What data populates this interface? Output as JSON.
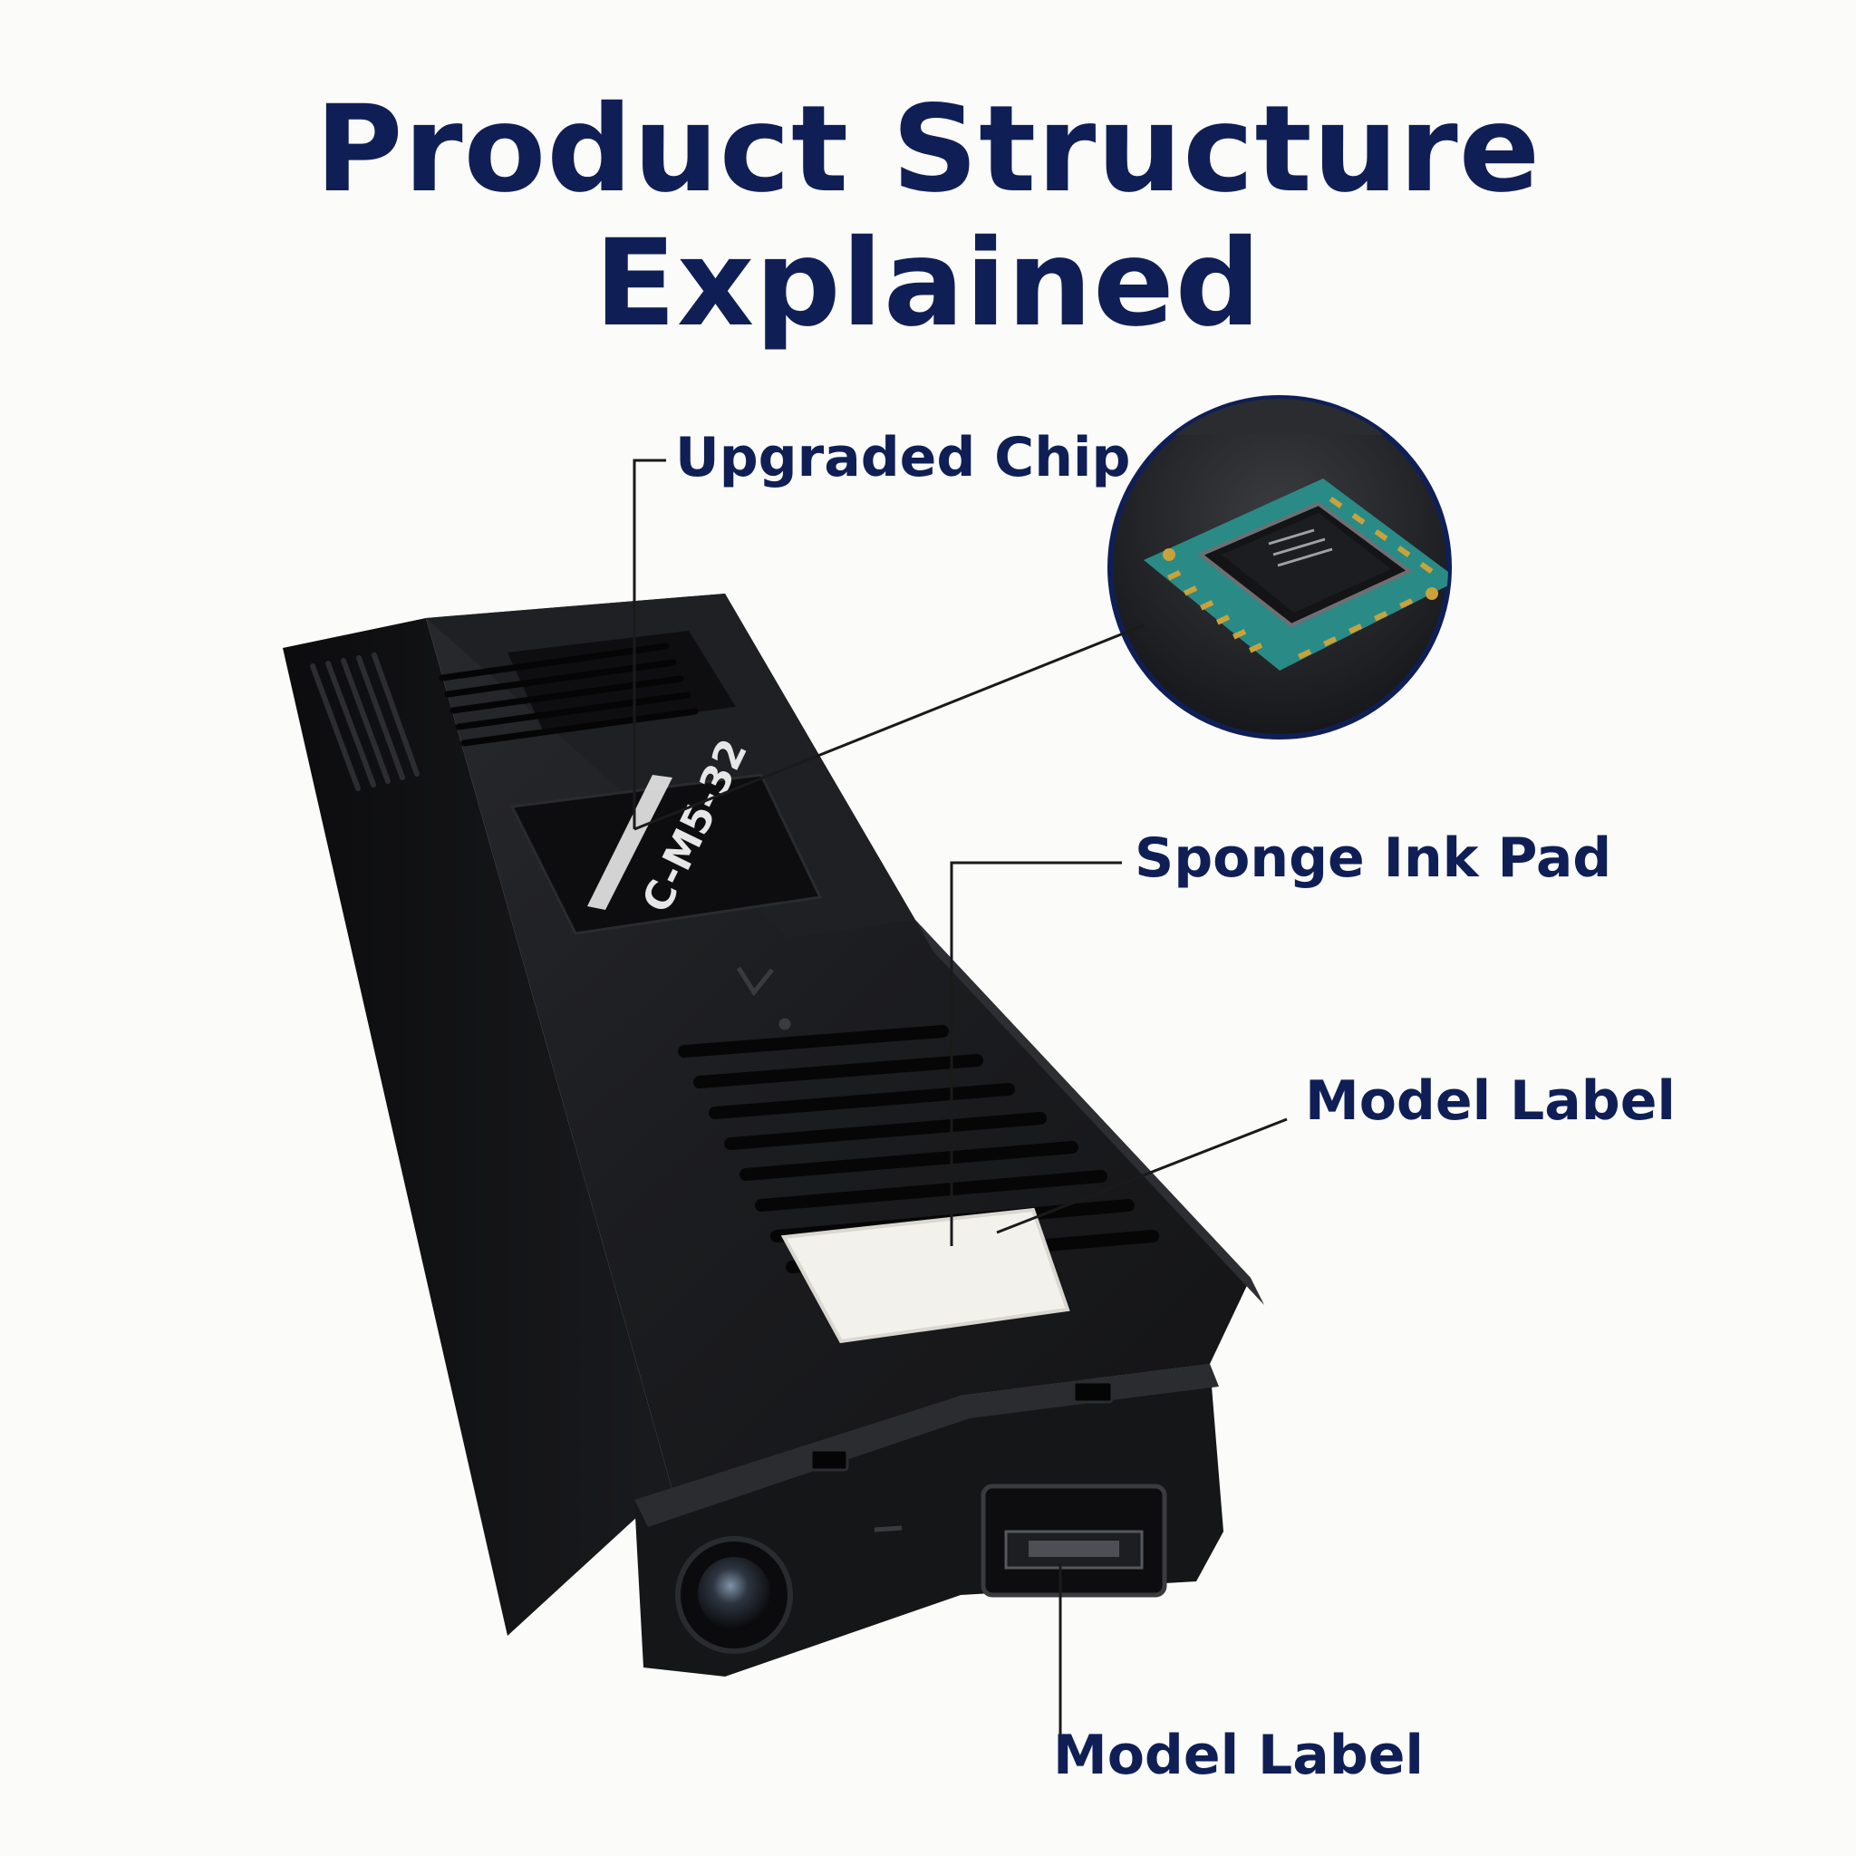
{
  "title": {
    "line1": "Product Structure",
    "line2": "Explained"
  },
  "callouts": {
    "chip": "Upgraded Chip",
    "sponge": "Sponge Ink Pad",
    "model_label_right": "Model Label",
    "model_label_bottom": "Model Label"
  },
  "product": {
    "printed_label": "C-M5-32"
  },
  "colors": {
    "title": "#0f1f56",
    "callout_text": "#0f1f56",
    "leader_line": "#1a1a1a",
    "body": "#141416",
    "sponge": "#f2f1ec",
    "chip_board": "#2a8a86",
    "chip_gold": "#c9a23a"
  }
}
